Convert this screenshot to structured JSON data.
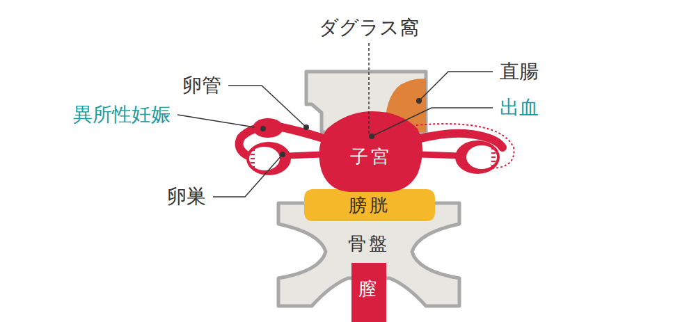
{
  "diagram": {
    "nodes": [
      {
        "text": [
          "子宮"
        ]
      },
      {
        "text": [
          "膀胱"
        ]
      },
      {
        "text": [
          "骨盤"
        ]
      },
      {
        "text": [
          "膣"
        ]
      }
    ],
    "labels": [
      "ダグラス窩",
      "卵管",
      "異所性妊娠",
      "卵巣",
      "直腸",
      "出血"
    ]
  }
}
